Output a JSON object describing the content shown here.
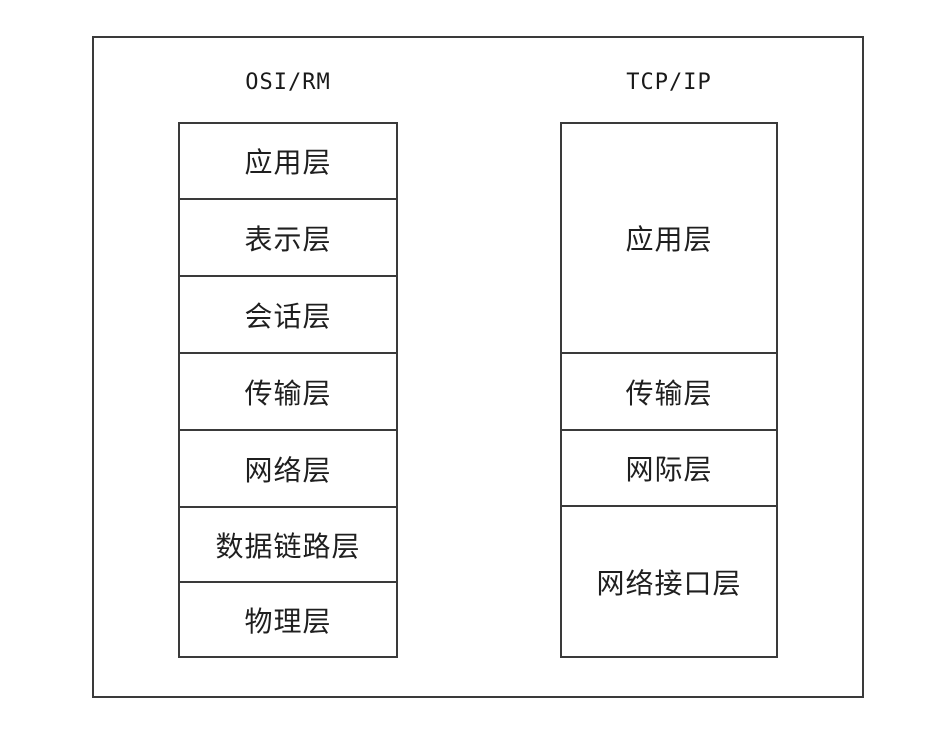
{
  "osi": {
    "title": "OSI/RM",
    "layers": [
      "应用层",
      "表示层",
      "会话层",
      "传输层",
      "网络层",
      "数据链路层",
      "物理层"
    ]
  },
  "tcpip": {
    "title": "TCP/IP",
    "layers": [
      "应用层",
      "传输层",
      "网际层",
      "网络接口层"
    ]
  }
}
